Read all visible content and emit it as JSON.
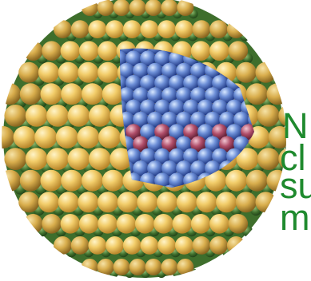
{
  "image": {
    "subject": "nanocrystal-particle-illustration",
    "palette": {
      "shell_light": "#F2D37A",
      "shell_mid": "#E6B84A",
      "shell_dark": "#B8862A",
      "ligand_green": "#3E6E2C",
      "core_blue_light": "#A9C9F5",
      "core_blue": "#4A6FC2",
      "core_blue_dark": "#213A86",
      "core_red": "#B04E6A",
      "caption_color": "#1F8A2E"
    }
  },
  "caption": {
    "line1": "N",
    "line2": "cl",
    "line3": "su",
    "line4": "m"
  }
}
